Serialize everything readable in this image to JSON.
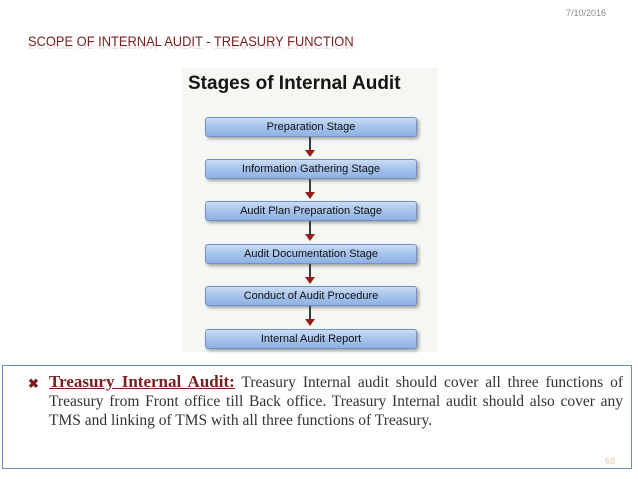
{
  "header": {
    "date": "7/10/2016",
    "title": "SCOPE OF INTERNAL AUDIT -  TREASURY FUNCTION"
  },
  "figure": {
    "title": "Stages of Internal Audit",
    "stages": [
      "Preparation Stage",
      "Information Gathering Stage",
      "Audit Plan Preparation Stage",
      "Audit Documentation Stage",
      "Conduct of Audit Procedure",
      "Internal Audit Report"
    ]
  },
  "body": {
    "bullet_icon": "cross-bullet-icon",
    "lead": "Treasury Internal Audit:",
    "text": " Treasury Internal audit should cover all three functions of Treasury from Front office till Back office. Treasury Internal audit should also cover any TMS and linking of TMS with all three functions of Treasury."
  },
  "footer": {
    "page_number": "68"
  },
  "colors": {
    "title": "#7a1f1f",
    "stage_fill": "#a9c5ec",
    "arrow_head": "#9b1a1a",
    "text_border": "#6a8cc7"
  }
}
